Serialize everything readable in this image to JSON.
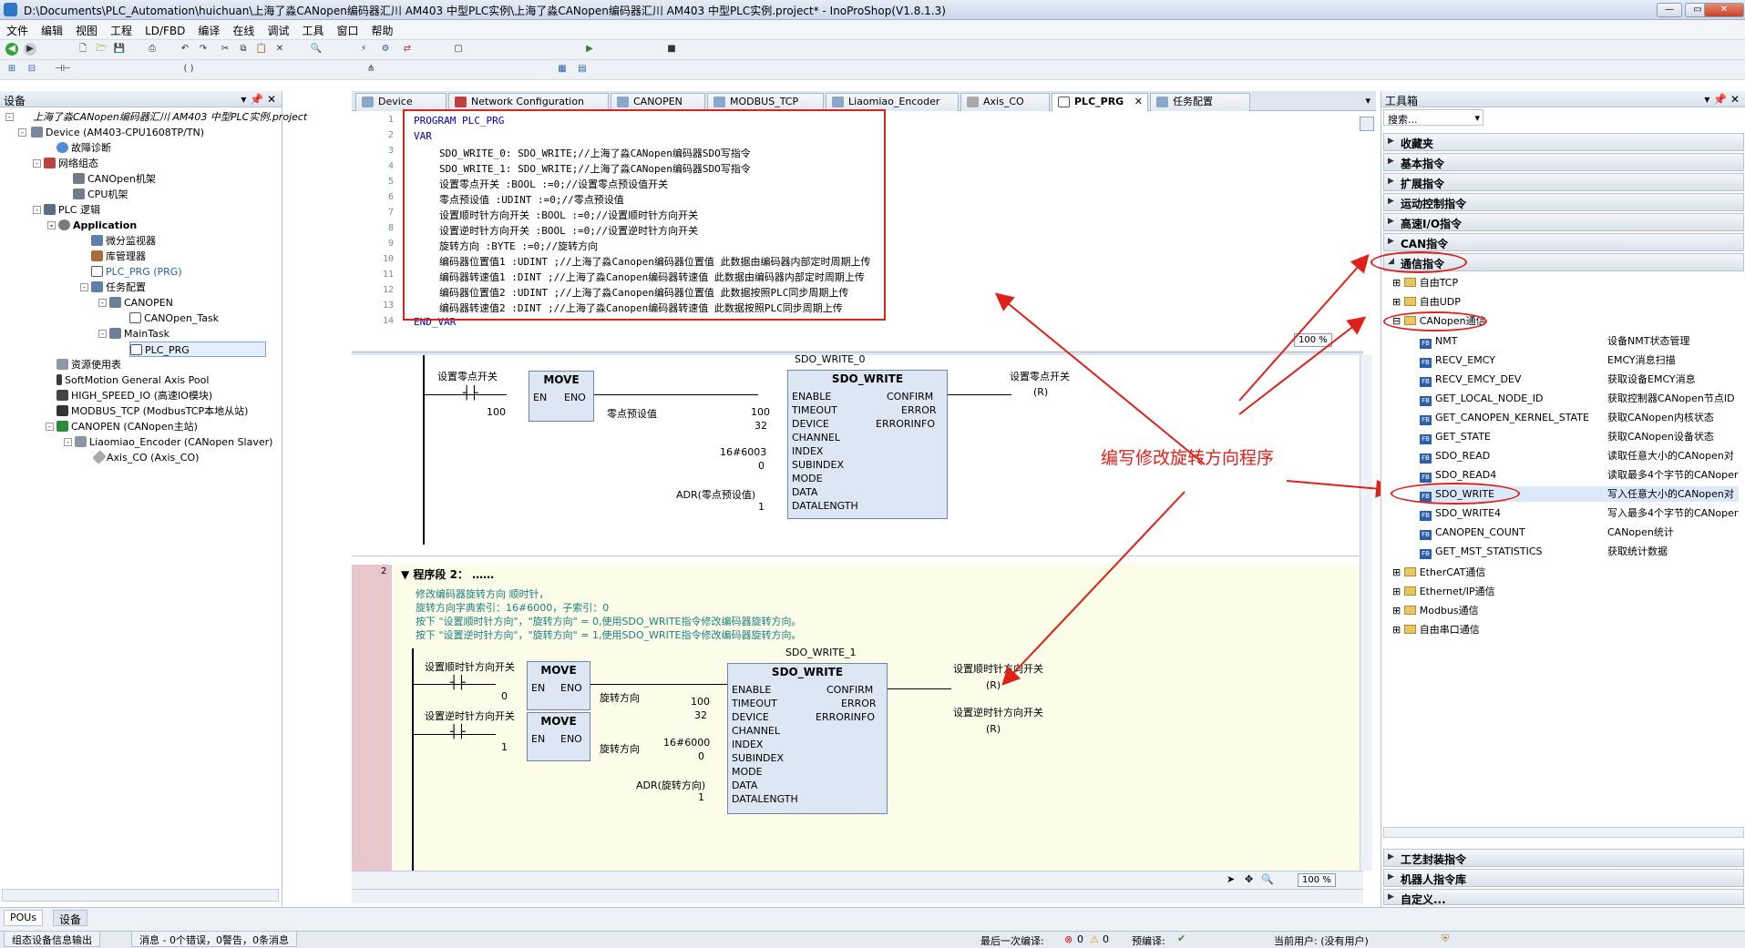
{
  "title": "D:\\Documents\\PLC_Automation\\huichuan\\上海了淼CANopen编码器汇川 AM403 中型PLC实例\\上海了淼CANopen编码器汇川 AM403 中型PLC实例.project* - InoProShop(V1.8.1.3)",
  "menu": [
    "文件",
    "编辑",
    "视图",
    "工程",
    "LD/FBD",
    "编译",
    "在线",
    "调试",
    "工具",
    "窗口",
    "帮助"
  ],
  "left_panel": {
    "header": "设备",
    "tree": [
      "上海了淼CANopen编码器汇川 AM403 中型PLC实例.project",
      "Device (AM403-CPU1608TP/TN)",
      "故障诊断",
      "网络组态",
      "CANOpen机架",
      "CPU机架",
      "PLC 逻辑",
      "Application",
      "微分监视器",
      "库管理器",
      "PLC_PRG (PRG)",
      "任务配置",
      "CANOPEN",
      "CANOpen_Task",
      "MainTask",
      "PLC_PRG",
      "资源使用表",
      "SoftMotion General Axis Pool",
      "HIGH_SPEED_IO (高速IO模块)",
      "MODBUS_TCP (ModbusTCP本地从站)",
      "CANOPEN (CANopen主站)",
      "Liaomiao_Encoder (CANopen Slaver)",
      "Axis_CO (Axis_CO)"
    ],
    "bottom_tabs": [
      "POUs",
      "设备"
    ]
  },
  "tabs": [
    "Device",
    "Network Configuration",
    "CANOPEN",
    "MODBUS_TCP",
    "Liaomiao_Encoder",
    "Axis_CO",
    "PLC_PRG",
    "任务配置"
  ],
  "code": {
    "line_numbers": [
      "1",
      "2",
      "3",
      "4",
      "5",
      "6",
      "7",
      "8",
      "9",
      "10",
      "11",
      "12",
      "13",
      "14"
    ],
    "program": "PROGRAM PLC_PRG",
    "var": "VAR",
    "end_var": "END_VAR",
    "l3": "SDO_WRITE_0: SDO_WRITE;//上海了淼CANopen编码器SDO写指令",
    "l4": "SDO_WRITE_1: SDO_WRITE;//上海了淼CANopen编码器SDO写指令",
    "l5": "设置零点开关 :BOOL :=0;//设置零点预设值开关",
    "l6": "零点预设值 :UDINT :=0;//零点预设值",
    "l7": "设置顺时针方向开关 :BOOL :=0;//设置顺时针方向开关",
    "l8": "设置逆时针方向开关 :BOOL :=0;//设置逆时针方向开关",
    "l9": "旋转方向 :BYTE :=0;//旋转方向",
    "l10": "编码器位置值1 :UDINT ;//上海了淼Canopen编码器位置值 此数据由编码器内部定时周期上传",
    "l11": "编码器转速值1 :DINT ;//上海了淼Canopen编码器转速值 此数据由编码器内部定时周期上传",
    "l12": "编码器位置值2 :UDINT ;//上海了淼Canopen编码器位置值 此数据按照PLC同步周期上传",
    "l13": "编码器转速值2 :DINT ;//上海了淼Canopen编码器转速值 此数据按照PLC同步周期上传",
    "zoom": "100 %"
  },
  "ladder": {
    "net1": {
      "contact": "设置零点开关",
      "move": "MOVE",
      "in": "100",
      "out": "零点预设值",
      "fb_instance": "SDO_WRITE_0",
      "fb_type": "SDO_WRITE",
      "coil": "设置零点开关",
      "inputs": [
        "ENABLE",
        "TIMEOUT",
        "DEVICE",
        "CHANNEL",
        "INDEX",
        "SUBINDEX",
        "MODE",
        "DATA",
        "DATALENGTH"
      ],
      "outputs": [
        "CONFIRM",
        "ERROR",
        "ERRORINFO"
      ],
      "values": [
        "100",
        "32",
        "16#6003",
        "0",
        "ADR(零点预设值)",
        "1"
      ]
    },
    "net2": {
      "num": "2",
      "title": "程序段 2：",
      "comments": [
        "修改编码器旋转方向 顺时针，",
        "旋转方向字典索引：16#6000，子索引：0",
        "按下 \"设置顺时针方向\"，\"旋转方向\" = 0,使用SDO_WRITE指令修改编码器旋转方向。",
        "按下 \"设置逆时针方向\"，\"旋转方向\" = 1,使用SDO_WRITE指令修改编码器旋转方向。"
      ],
      "contact1": "设置顺时针方向开关",
      "contact2": "设置逆时针方向开关",
      "move": "MOVE",
      "in1": "0",
      "in2": "1",
      "out": "旋转方向",
      "fb_instance": "SDO_WRITE_1",
      "fb_type": "SDO_WRITE",
      "coil1": "设置顺时针方向开关",
      "coil2": "设置逆时针方向开关",
      "values": [
        "100",
        "32",
        "16#6000",
        "0",
        "ADR(旋转方向)",
        "1"
      ]
    },
    "annotation": "编写修改旋转方向程序",
    "en": "EN",
    "eno": "ENO",
    "r": "(R)",
    "zoom": "100 %"
  },
  "right_panel": {
    "header": "工具箱",
    "search": "搜索...",
    "cats_top": [
      "收藏夹",
      "基本指令",
      "扩展指令",
      "运动控制指令",
      "高速I/O指令",
      "CAN指令",
      "通信指令"
    ],
    "folders": [
      "自由TCP",
      "自由UDP",
      "CANopen通信"
    ],
    "items": [
      {
        "n": "NMT",
        "d": "设备NMT状态管理"
      },
      {
        "n": "RECV_EMCY",
        "d": "EMCY消息扫描"
      },
      {
        "n": "RECV_EMCY_DEV",
        "d": "获取设备EMCY消息"
      },
      {
        "n": "GET_LOCAL_NODE_ID",
        "d": "获取控制器CANopen节点ID"
      },
      {
        "n": "GET_CANOPEN_KERNEL_STATE",
        "d": "获取CANopen内核状态"
      },
      {
        "n": "GET_STATE",
        "d": "获取CANopen设备状态"
      },
      {
        "n": "SDO_READ",
        "d": "读取任意大小的CANopen对"
      },
      {
        "n": "SDO_READ4",
        "d": "读取最多4个字节的CANoper"
      },
      {
        "n": "SDO_WRITE",
        "d": "写入任意大小的CANopen对"
      },
      {
        "n": "SDO_WRITE4",
        "d": "写入最多4个字节的CANoper"
      },
      {
        "n": "CANOPEN_COUNT",
        "d": "CANopen统计"
      },
      {
        "n": "GET_MST_STATISTICS",
        "d": "获取统计数据"
      }
    ],
    "folders2": [
      "EtherCAT通信",
      "Ethernet/IP通信",
      "Modbus通信",
      "自由串口通信"
    ],
    "cats_bottom": [
      "工艺封装指令",
      "机器人指令库",
      "自定义..."
    ]
  },
  "bottom": {
    "tab1": "组态设备信息输出",
    "tab2": "消息 - 0个错误，0警告，0条消息"
  },
  "status": {
    "last_compile": "最后一次编译:",
    "errors": "0",
    "warnings": "0",
    "precompile": "预编译:",
    "user": "当前用户: (没有用户)"
  }
}
